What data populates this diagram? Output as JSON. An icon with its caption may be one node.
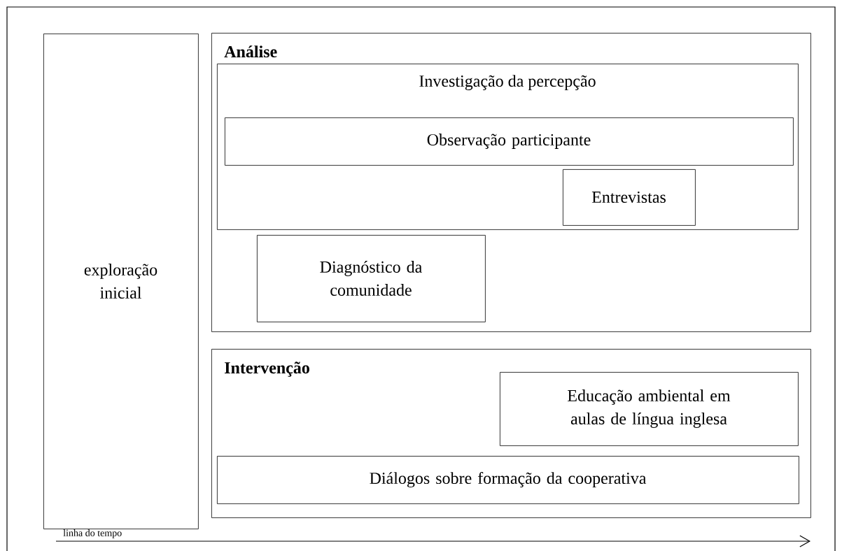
{
  "diagram": {
    "nodes": [
      {
        "text": [
          "exploração inicial"
        ]
      },
      {
        "text": [
          "Análise"
        ]
      },
      {
        "text": [
          "Investigação da percepção"
        ],
        "in": 1
      },
      {
        "text": [
          "Observação participante"
        ],
        "in": 2
      },
      {
        "text": [
          "Entrevistas"
        ],
        "in": 2
      },
      {
        "text": [
          "Diagnóstico da comunidade"
        ],
        "in": 1
      },
      {
        "text": [
          "Intervenção"
        ]
      },
      {
        "text": [
          "Educação ambiental em aulas de língua inglesa"
        ],
        "in": 6
      },
      {
        "text": [
          "Diálogos sobre formação da cooperativa"
        ],
        "in": 6
      }
    ],
    "edges": [],
    "labels": [
      "linha do tempo"
    ]
  }
}
